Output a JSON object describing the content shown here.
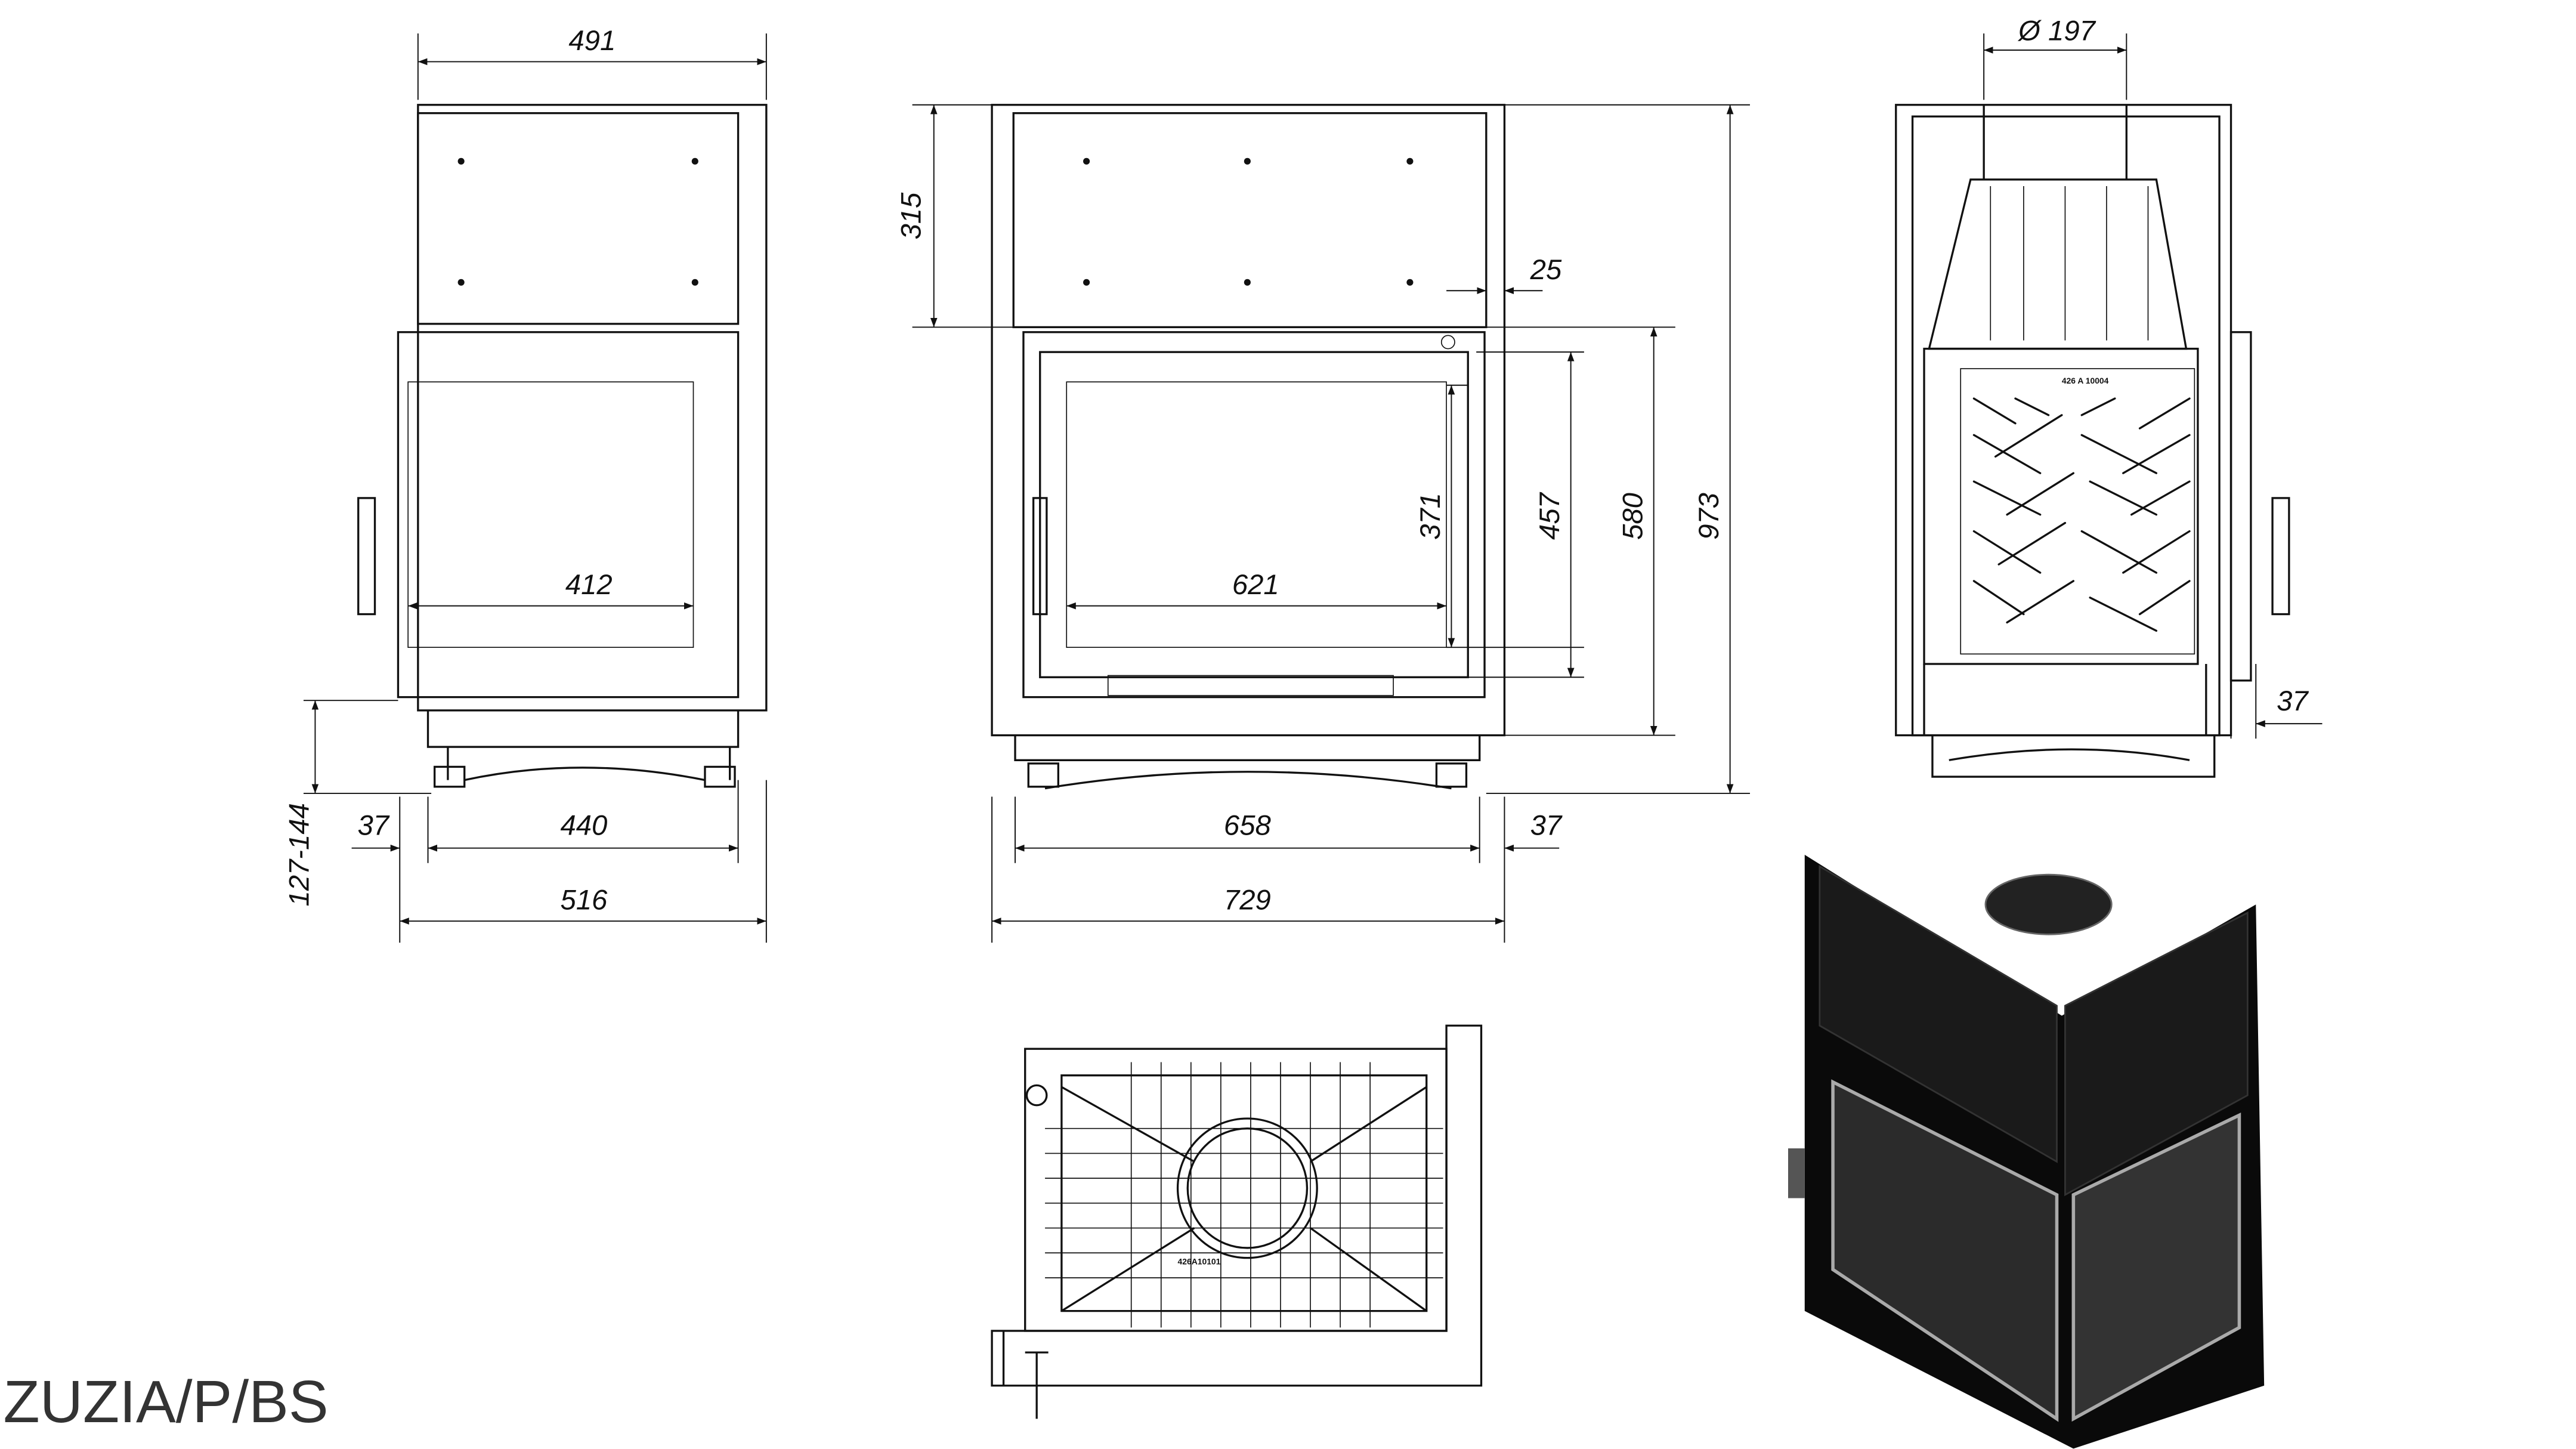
{
  "model": "ZUZIA/P/BS",
  "side_view": {
    "width_top": "491",
    "glass_width": "412",
    "depth_inner": "440",
    "offset": "37",
    "depth_total": "516",
    "leg_height": "127-144"
  },
  "front_view": {
    "top_height": "315",
    "offset_top": "25",
    "glass_height": "371",
    "door_height": "457",
    "body_height": "580",
    "total_height": "973",
    "glass_width": "621",
    "width_inner": "658",
    "offset": "37",
    "width_total": "729"
  },
  "back_view": {
    "flue_diameter": "Ø 197",
    "offset": "37",
    "plate_code": "426 A 10004"
  },
  "bottom_view": {
    "plate_code": "426A10101"
  },
  "colors": {
    "line": "#111111",
    "render_body": "#0a0a0a"
  }
}
